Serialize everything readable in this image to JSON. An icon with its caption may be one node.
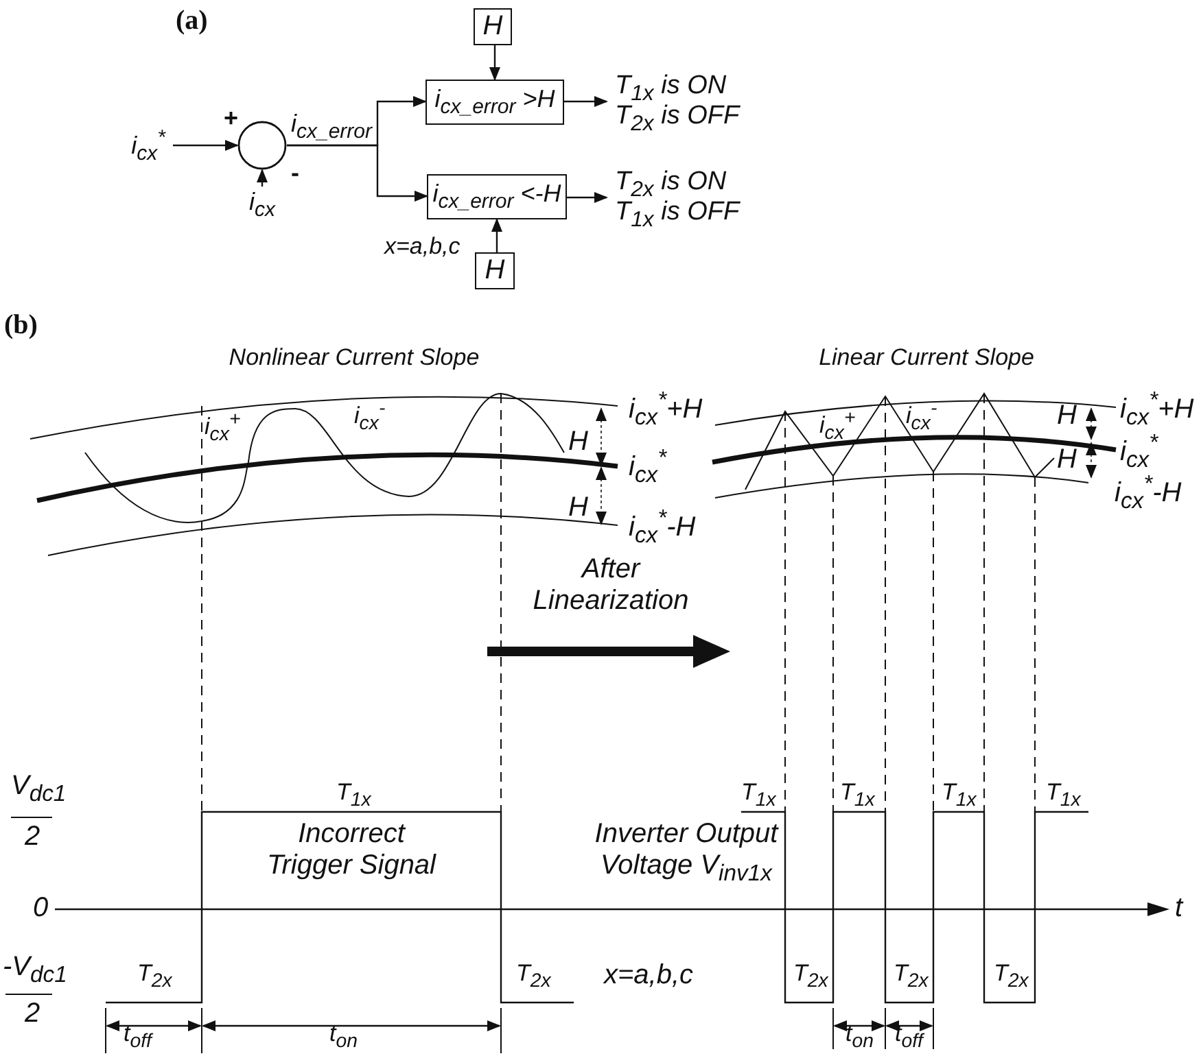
{
  "diagram": {
    "nodes": [
      {
        "text": [],
        "shape": "circle",
        "beside": [
          "+",
          "-"
        ]
      },
      {
        "text": [
          "i$_{cx}$$^{*}$"
        ]
      },
      {
        "text": [
          "i$_{cx}$"
        ]
      },
      {
        "text": [
          "i$_{cx_error}$ >H"
        ]
      },
      {
        "text": [
          "i$_{cx_error}$ <-H"
        ]
      },
      {
        "text": [
          "H"
        ]
      },
      {
        "text": [
          "H"
        ]
      },
      {
        "text": [
          "T$_{1x}$ is ON",
          "T$_{2x}$ is OFF"
        ]
      },
      {
        "text": [
          "T$_{2x}$ is ON",
          "T$_{1x}$ is OFF"
        ]
      }
    ],
    "edges": [
      {
        "from": 1,
        "to": 0,
        "arrow": "to"
      },
      {
        "from": 2,
        "to": 0,
        "arrow": "to"
      },
      {
        "from": 0,
        "to": 3,
        "arrow": "to",
        "label": "i$_{cx_error}$"
      },
      {
        "from": 0,
        "to": 4,
        "arrow": "to"
      },
      {
        "from": 5,
        "to": 3,
        "arrow": "to"
      },
      {
        "from": 6,
        "to": 4,
        "arrow": "to"
      },
      {
        "from": 3,
        "to": 7,
        "arrow": "to"
      },
      {
        "from": 4,
        "to": 8,
        "arrow": "to"
      }
    ],
    "labels": [
      "(a)",
      "x=a,b,c",
      "(b)",
      "Nonlinear Current Slope",
      "i$_{cx}$$^{+}$",
      "i$_{cx}$$^{-}$",
      "H",
      "H",
      "i$_{cx}$$^{*}$+H",
      "i$_{cx}$$^{*}$",
      "i$_{cx}$$^{*}$-H",
      "Linear Current Slope",
      "i$_{cx}$$^{+}$",
      "i$_{cx}$$^{-}$",
      "H",
      "H",
      "i$_{cx}$$^{*}$+H",
      "i$_{cx}$$^{*}$",
      "i$_{cx}$$^{*}$-H",
      "After Linearization",
      "V$_{dc1}$",
      "2",
      "T$_{1x}$",
      "Incorrect Trigger Signal",
      "Inverter Output Voltage V$_{inv1x}$",
      "0",
      "t",
      "-V$_{dc1}$",
      "2",
      "T$_{2x}$",
      "T$_{2x}$",
      "x=a,b,c",
      "t$_{off}$",
      "t$_{on}$",
      "T$_{1x}$",
      "T$_{1x}$",
      "T$_{1x}$",
      "T$_{1x}$",
      "T$_{2x}$",
      "T$_{2x}$",
      "T$_{2x}$",
      "t$_{on}$",
      "t$_{off}$"
    ]
  }
}
